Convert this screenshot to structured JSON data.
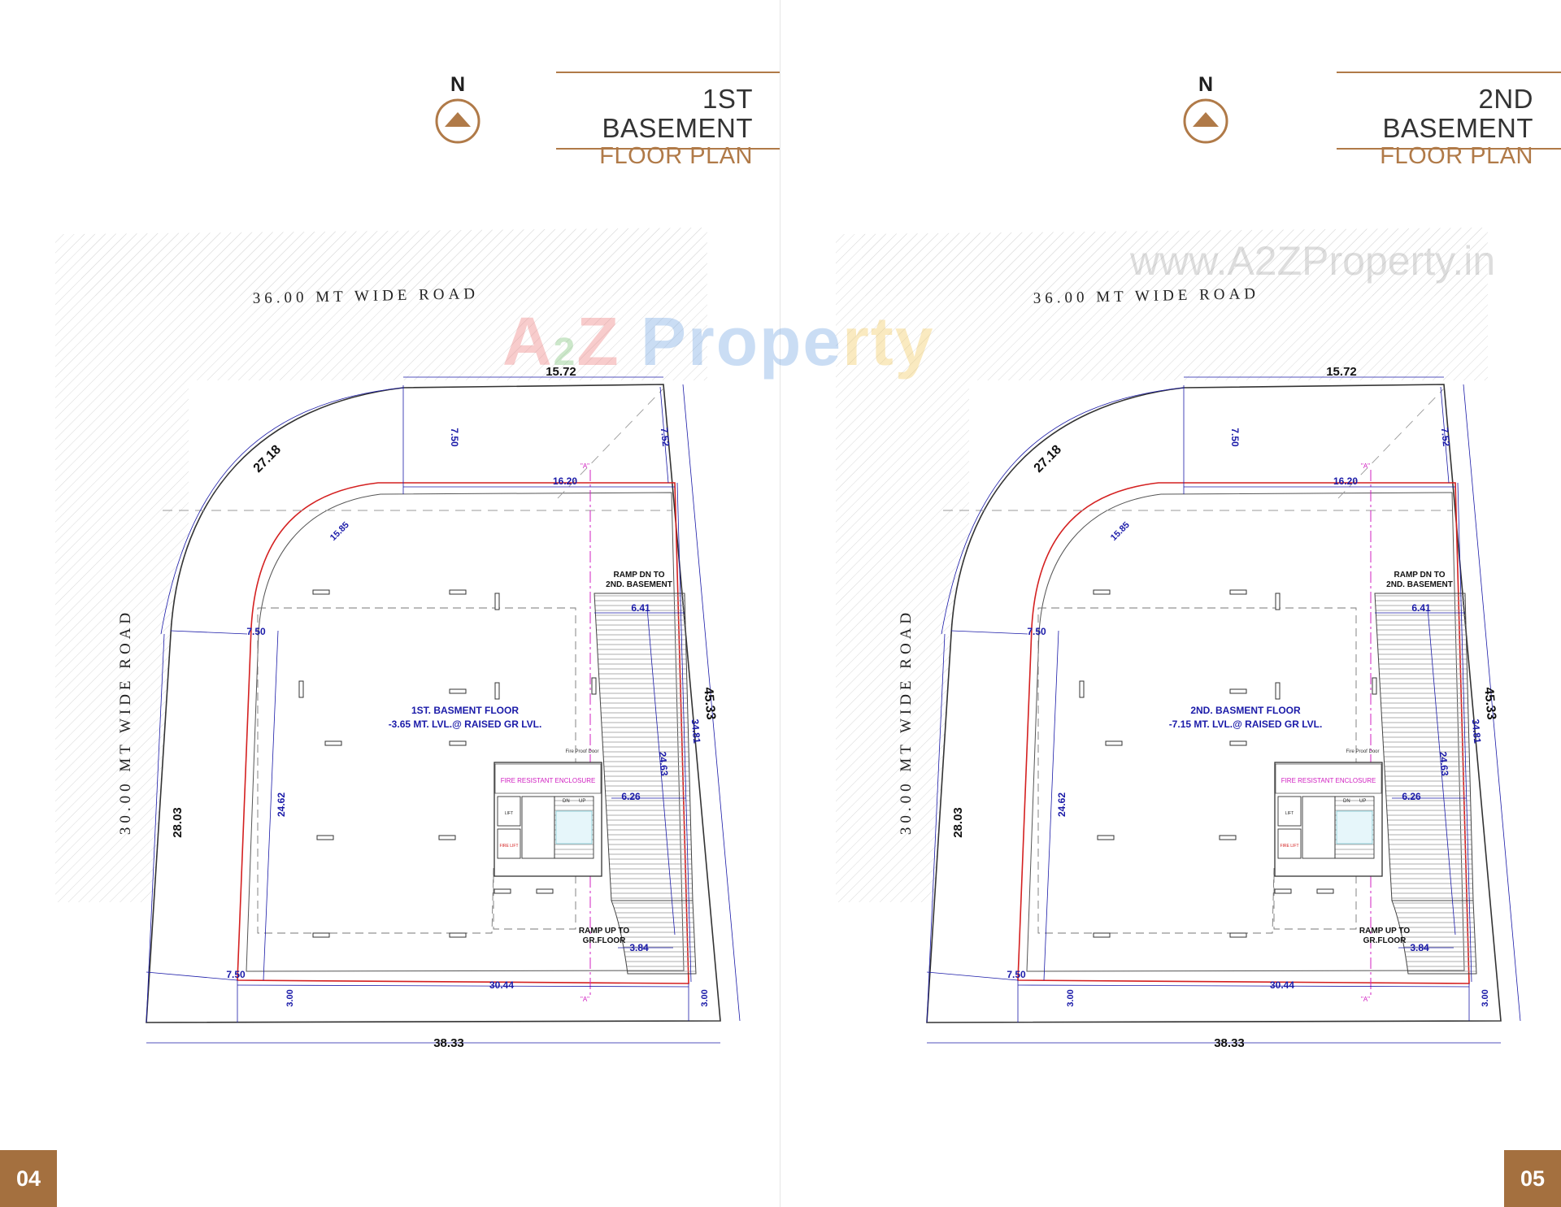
{
  "colors": {
    "accent": "#b07a48",
    "page_num_bg": "#a4703f",
    "dimension_blue": "#1a1aa8",
    "boundary_red": "#d42020",
    "label_magenta": "#d020c0"
  },
  "pages": [
    {
      "north_label": "N",
      "title_line1": "1ST BASEMENT",
      "title_line2": "FLOOR PLAN",
      "page_number": "04",
      "road_top": "36.00 MT WIDE ROAD",
      "road_left": "30.00 MT WIDE ROAD",
      "floor_label_line1": "1ST. BASMENT FLOOR",
      "floor_label_line2": "-3.65 MT. LVL.@ RAISED GR LVL.",
      "ramp_down_line1": "RAMP DN TO",
      "ramp_down_line2": "2ND. BASEMENT",
      "ramp_up_line1": "RAMP UP TO",
      "ramp_up_line2": "GR.FLOOR",
      "enclosure_label": "FIRE RESISTANT ENCLOSURE",
      "fire_door": "Fire Proof Door",
      "section_mark": "\"A\"",
      "lift_label": "LIFT",
      "fire_lift_label": "FIRE LIFT",
      "dn_label": "DN",
      "up_label": "UP",
      "dimensions": {
        "d_15_72": "15.72",
        "d_27_18": "27.18",
        "d_7_50_top": "7.50",
        "d_7_52": "7.52",
        "d_16_20": "16.20",
        "d_15_85": "15.85",
        "d_7_50_left": "7.50",
        "d_6_41": "6.41",
        "d_45_33": "45.33",
        "d_34_81": "34.81",
        "d_24_63": "24.63",
        "d_24_62": "24.62",
        "d_6_26": "6.26",
        "d_28_03": "28.03",
        "d_3_84": "3.84",
        "d_7_50_bottom": "7.50",
        "d_30_44": "30.44",
        "d_3_00_left": "3.00",
        "d_3_00_right": "3.00",
        "d_38_33": "38.33"
      }
    },
    {
      "north_label": "N",
      "title_line1": "2ND BASEMENT",
      "title_line2": "FLOOR PLAN",
      "page_number": "05",
      "road_top": "36.00 MT WIDE ROAD",
      "road_left": "30.00 MT WIDE ROAD",
      "floor_label_line1": "2ND. BASMENT FLOOR",
      "floor_label_line2": "-7.15 MT. LVL.@ RAISED GR LVL.",
      "ramp_down_line1": "RAMP DN TO",
      "ramp_down_line2": "2ND. BASEMENT",
      "ramp_up_line1": "RAMP UP TO",
      "ramp_up_line2": "GR.FLOOR",
      "enclosure_label": "FIRE RESISTANT ENCLOSURE",
      "fire_door": "Fire Proof Door",
      "section_mark": "\"A\"",
      "lift_label": "LIFT",
      "fire_lift_label": "FIRE LIFT",
      "dn_label": "DN",
      "up_label": "UP",
      "dimensions": {
        "d_15_72": "15.72",
        "d_27_18": "27.18",
        "d_7_50_top": "7.50",
        "d_7_52": "7.52",
        "d_16_20": "16.20",
        "d_15_85": "15.85",
        "d_7_50_left": "7.50",
        "d_6_41": "6.41",
        "d_45_33": "45.33",
        "d_34_81": "34.81",
        "d_24_63": "24.63",
        "d_24_62": "24.62",
        "d_6_26": "6.26",
        "d_28_03": "28.03",
        "d_3_84": "3.84",
        "d_7_50_bottom": "7.50",
        "d_30_44": "30.44",
        "d_3_00_left": "3.00",
        "d_3_00_right": "3.00",
        "d_38_33": "38.33"
      }
    }
  ],
  "watermark": {
    "logo_part1": "A",
    "logo_part2": "2",
    "logo_part3": "Z",
    "logo_part4": " Prope",
    "logo_part5": "rty",
    "url": "www.A2ZProperty.in"
  }
}
